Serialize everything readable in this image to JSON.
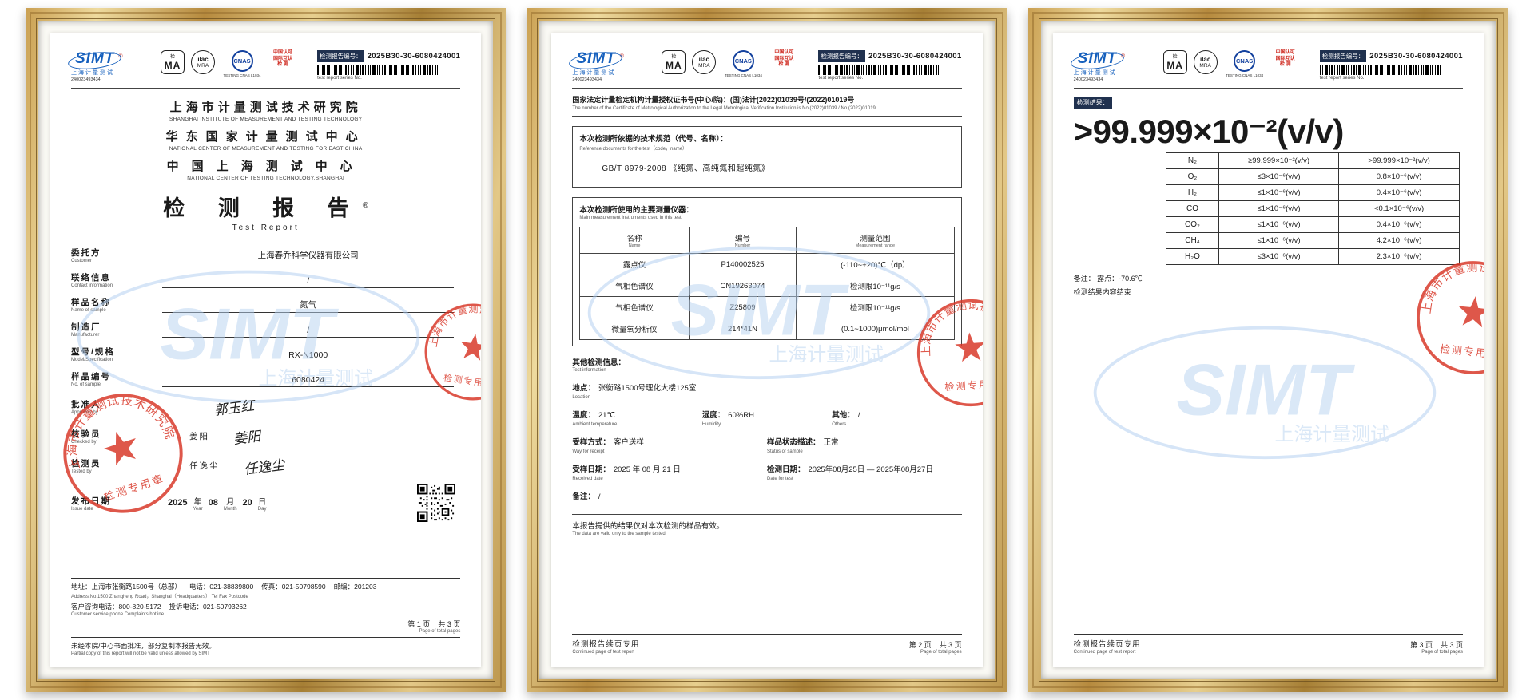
{
  "colors": {
    "frame_gold": "#c9a24b",
    "simt_blue": "#1660bd",
    "cnas_blue": "#13419e",
    "stamp_red": "#d93a2b",
    "watermark_blue": "#b7d2f0",
    "label_navy": "#20314f"
  },
  "header": {
    "simt_logo_text": "SIMT",
    "simt_reg": "®",
    "simt_logo_sub": "上海计量测试",
    "simt_logo_number": "240023493434",
    "ma_mark_top": "检",
    "ma_mark_text": "MA",
    "ilac_line1": "ilac",
    "ilac_line2": "MRA",
    "cnas_text": "CNAS",
    "cnas_caption": "TESTING CNAS L1034",
    "accred_line1": "中国认可",
    "accred_line2": "国际互认",
    "accred_line3": "检 测",
    "report_no_label": "检测报告编号：",
    "report_no": "2025B30-30-6080424001",
    "barcode_caption": "test report series No."
  },
  "stamp": {
    "ring_text": "上海市计量测试技术研究院",
    "banner_text": "检测专用章"
  },
  "watermark": {
    "text": "SIMT",
    "sub": "上海计量测试"
  },
  "page1": {
    "org1_cn": "上海市计量测试技术研究院",
    "org1_en": "SHANGHAI INSTITUTE OF MEASUREMENT AND TESTING TECHNOLOGY",
    "org2_cn": "华东国家计量测试中心",
    "org2_en": "NATIONAL CENTER OF MEASUREMENT AND TESTING FOR EAST CHINA",
    "org3_cn": "中国上海测试中心",
    "org3_en": "NATIONAL CENTER OF TESTING TECHNOLOGY,SHANGHAI",
    "title_cn": "检 测 报 告",
    "title_reg": "®",
    "title_en": "Test Report",
    "fields": [
      {
        "cn": "委托方",
        "en": "Customer",
        "value": "上海春乔科学仪器有限公司"
      },
      {
        "cn": "联络信息",
        "en": "Contact information",
        "value": "/"
      },
      {
        "cn": "样品名称",
        "en": "Name of sample",
        "value": "氮气"
      },
      {
        "cn": "制造厂",
        "en": "Manufacturer",
        "value": "/"
      },
      {
        "cn": "型号/规格",
        "en": "Model/Specification",
        "value": "RX-N1000"
      },
      {
        "cn": "样品编号",
        "en": "No. of sample",
        "value": "6080424"
      }
    ],
    "signs": [
      {
        "cn": "批准人",
        "en": "Approved by",
        "name": "",
        "signature": "郭玉红"
      },
      {
        "cn": "核验员",
        "en": "Checked by",
        "name": "姜阳",
        "signature": "姜阳"
      },
      {
        "cn": "检测员",
        "en": "Tested by",
        "name": "任逸尘",
        "signature": "任逸尘"
      }
    ],
    "issue": {
      "cn": "发布日期",
      "en": "Issue date",
      "year": "2025",
      "year_cn": "年",
      "year_en": "Year",
      "month": "08",
      "month_cn": "月",
      "month_en": "Month",
      "day": "20",
      "day_cn": "日",
      "day_en": "Day"
    },
    "footer": {
      "address_cn": "地址：上海市张衡路1500号（总部）",
      "tel_cn": "电话：021-38839800",
      "fax_cn": "传真：021-50798590",
      "post_cn": "邮编：201203",
      "address_en": "Address:No.1500 Zhangheng Road，Shanghai（Headquarters）  Tel  Fax  Postcode",
      "service_cn": "客户咨询电话：800-820-5172",
      "complaint_cn": "投诉电话：021-50793262",
      "service_en": "Customer service phone  Complaints hotline",
      "notice_cn": "未经本院/中心书面批准，部分复制本报告无效。",
      "notice_en": "Partial copy of this report will not be valid unless allowed by SIMT"
    },
    "pageno": {
      "part1": "第 1 页",
      "part2": "共 3 页",
      "en": "Page of total pages"
    }
  },
  "page2": {
    "auth_cn": "国家法定计量检定机构计量授权证书号(中心/院)：(国)法计(2022)01039号/(2022)01019号",
    "auth_en": "The number of the Certificate of Metrological Authorization to the Legal Metrological Verification Institution is No.(2022)01039 / No.(2022)01019",
    "ref_title_cn": "本次检测所依据的技术规范（代号、名称）：",
    "ref_title_en": "Reference documents for the test（code，name）",
    "ref_value": "GB/T 8979-2008 《纯氮、高纯氮和超纯氮》",
    "inst_title_cn": "本次检测所使用的主要测量仪器：",
    "inst_title_en": "Main measurement instruments used in this test",
    "inst_cols": [
      {
        "cn": "名称",
        "en": "Name"
      },
      {
        "cn": "编号",
        "en": "Number"
      },
      {
        "cn": "测量范围",
        "en": "Measurement range"
      }
    ],
    "instruments": [
      {
        "name": "露点仪",
        "number": "P140002525",
        "range": "(-110~+20)℃（dp）"
      },
      {
        "name": "气相色谱仪",
        "number": "CN19263074",
        "range": "检测限10⁻¹¹g/s"
      },
      {
        "name": "气相色谱仪",
        "number": "Z25809",
        "range": "检测限10⁻¹¹g/s"
      },
      {
        "name": "微量氧分析仪",
        "number": "214*41N",
        "range": "(0.1~1000)μmol/mol"
      }
    ],
    "other_title_cn": "其他检测信息：",
    "other_title_en": "Test information",
    "location_cn": "地点：",
    "location_value": "张衡路1500号理化大楼125室",
    "location_en": "Location",
    "temp_cn": "温度：",
    "temp_value": "21℃",
    "temp_en": "Ambient temperature",
    "humidity_cn": "湿度：",
    "humidity_value": "60%RH",
    "humidity_en": "Humidity",
    "others_cn": "其他：",
    "others_value": "/",
    "others_en": "Others",
    "way_cn": "受样方式：",
    "way_value": "客户送样",
    "way_en": "Way for receipt",
    "status_cn": "样品状态描述：",
    "status_value": "正常",
    "status_en": "Status of sample",
    "received_cn": "受样日期：",
    "received_value": "2025 年 08 月 21 日",
    "received_en": "Received date",
    "testdate_cn": "检测日期：",
    "testdate_value": "2025年08月25日 — 2025年08月27日",
    "testdate_en": "Date for test",
    "remark_cn": "备注：",
    "remark_value": "/",
    "valid_cn": "本报告提供的结果仅对本次检测的样品有效。",
    "valid_en": "The data are valid only to the sample tested",
    "cont_cn": "检测报告续页专用",
    "cont_en": "Continued page of test report",
    "pageno": {
      "part1": "第 2 页",
      "part2": "共 3 页",
      "en": "Page of total pages"
    }
  },
  "page3": {
    "result_label": "检测结果：",
    "headline": ">99.999×10⁻²(v/v)",
    "results": [
      {
        "gas": "N₂",
        "spec": "≥99.999×10⁻²(v/v)",
        "result": ">99.999×10⁻²(v/v)"
      },
      {
        "gas": "O₂",
        "spec": "≤3×10⁻⁶(v/v)",
        "result": "0.8×10⁻⁶(v/v)"
      },
      {
        "gas": "H₂",
        "spec": "≤1×10⁻⁶(v/v)",
        "result": "0.4×10⁻⁶(v/v)"
      },
      {
        "gas": "CO",
        "spec": "≤1×10⁻⁶(v/v)",
        "result": "<0.1×10⁻⁶(v/v)"
      },
      {
        "gas": "CO₂",
        "spec": "≤1×10⁻⁶(v/v)",
        "result": "0.4×10⁻⁶(v/v)"
      },
      {
        "gas": "CH₄",
        "spec": "≤1×10⁻⁶(v/v)",
        "result": "4.2×10⁻⁶(v/v)"
      },
      {
        "gas": "H₂O",
        "spec": "≤3×10⁻⁶(v/v)",
        "result": "2.3×10⁻⁶(v/v)"
      }
    ],
    "remark": "备注： 露点：-70.6℃",
    "end_note": "检测结果内容结束",
    "cont_cn": "检测报告续页专用",
    "cont_en": "Continued page of test report",
    "pageno": {
      "part1": "第 3 页",
      "part2": "共 3 页",
      "en": "Page of total pages"
    }
  }
}
